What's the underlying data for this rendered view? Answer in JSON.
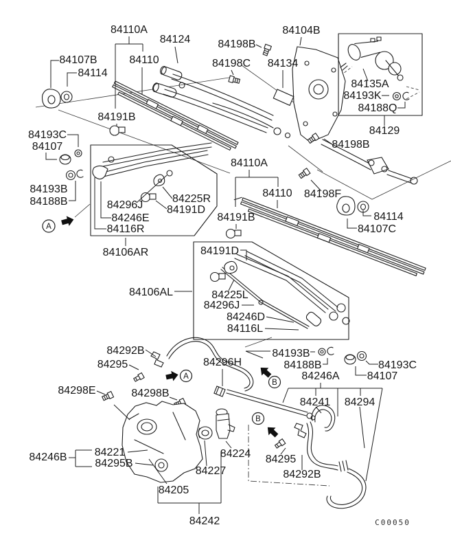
{
  "code": "C00050",
  "markers": [
    "A",
    "A",
    "B",
    "B"
  ],
  "labels": [
    "84110A",
    "84124",
    "84107B",
    "84114",
    "84110",
    "84191B",
    "84198B",
    "84104B",
    "84198C",
    "84134",
    "84135A",
    "84193K",
    "84188Q",
    "84129",
    "84198B",
    "84193C",
    "84107",
    "84193B",
    "84188B",
    "84296J",
    "84225R",
    "84191D",
    "84246E",
    "84116R",
    "84106AR",
    "84110A",
    "84110",
    "84198F",
    "84191B",
    "84114",
    "84107C",
    "84191D",
    "84106AL",
    "84225L",
    "84296J",
    "84246D",
    "84116L",
    "84193B",
    "84188B",
    "84246A",
    "84193C",
    "84107",
    "84241",
    "84294",
    "84292B",
    "84295",
    "84296H",
    "84298E",
    "84298B",
    "84246B",
    "84221",
    "84295B",
    "84224",
    "84227",
    "84205",
    "84242",
    "84295",
    "84292B"
  ],
  "colors": {
    "line": "#1c1c1c",
    "text": "#141414",
    "background": "#ffffff"
  }
}
